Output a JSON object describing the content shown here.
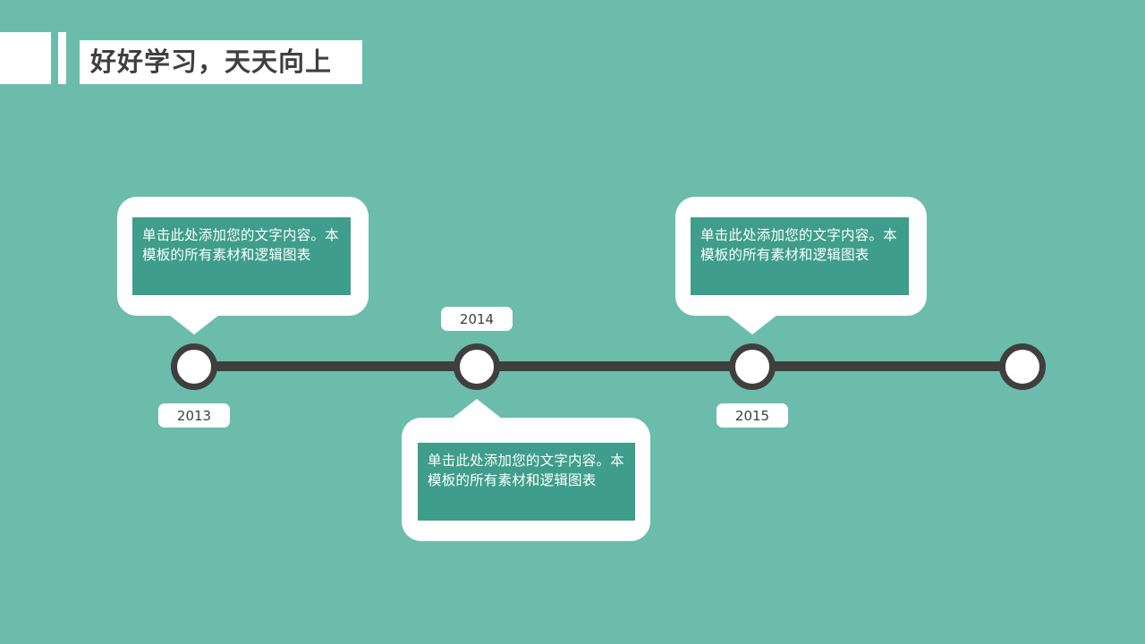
{
  "slide": {
    "background_color": "#6cbcac",
    "accent_color": "#3e9d8b",
    "dark_color": "#3f3f3f",
    "title": "好好学习，天天向上"
  },
  "timeline": {
    "nodes": [
      {
        "year": "2013",
        "label_position": "below"
      },
      {
        "year": "2014",
        "label_position": "above"
      },
      {
        "year": "2015",
        "label_position": "below"
      },
      {
        "year": "",
        "label_position": "none"
      }
    ]
  },
  "callouts": [
    {
      "id": "callout-left",
      "text": "单击此处添加您的文字内容。本模板的所有素材和逻辑图表",
      "direction": "down"
    },
    {
      "id": "callout-center",
      "text": "单击此处添加您的文字内容。本模板的所有素材和逻辑图表",
      "direction": "up"
    },
    {
      "id": "callout-right",
      "text": "单击此处添加您的文字内容。本模板的所有素材和逻辑图表",
      "direction": "down"
    }
  ]
}
